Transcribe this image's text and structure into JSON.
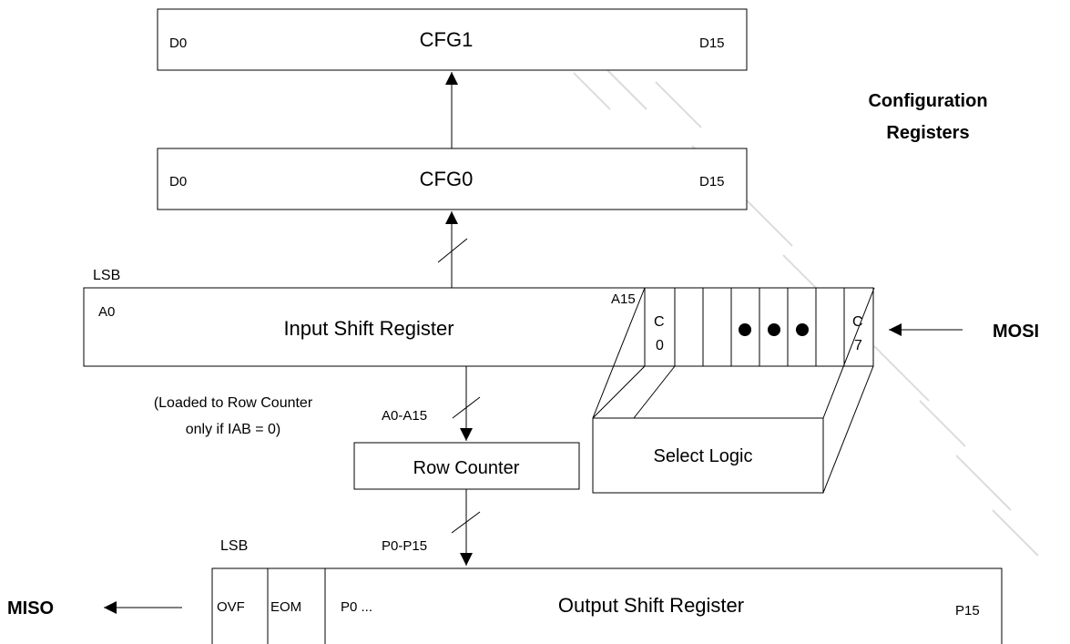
{
  "cfg1": {
    "left": "D0",
    "title": "CFG1",
    "right": "D15"
  },
  "cfg0": {
    "left": "D0",
    "title": "CFG0",
    "right": "D15"
  },
  "config_label": [
    "Configuration",
    "Registers"
  ],
  "input_reg": {
    "lsb": "LSB",
    "a0": "A0",
    "title": "Input Shift Register",
    "a15": "A15"
  },
  "cmd_cells": {
    "c0_top": "C",
    "c0_bottom": "0",
    "c7_top": "C",
    "c7_bottom": "7"
  },
  "mosi": "MOSI",
  "note": [
    "(Loaded to Row Counter",
    "only if IAB = 0)"
  ],
  "bus_a": "A0-A15",
  "row_counter": "Row Counter",
  "select_logic": "Select Logic",
  "bus_p": "P0-P15",
  "output_reg": {
    "lsb": "LSB",
    "ovf": "OVF",
    "eom": "EOM",
    "p0": "P0 ...",
    "title": "Output Shift Register",
    "p15": "P15"
  },
  "miso": "MISO"
}
